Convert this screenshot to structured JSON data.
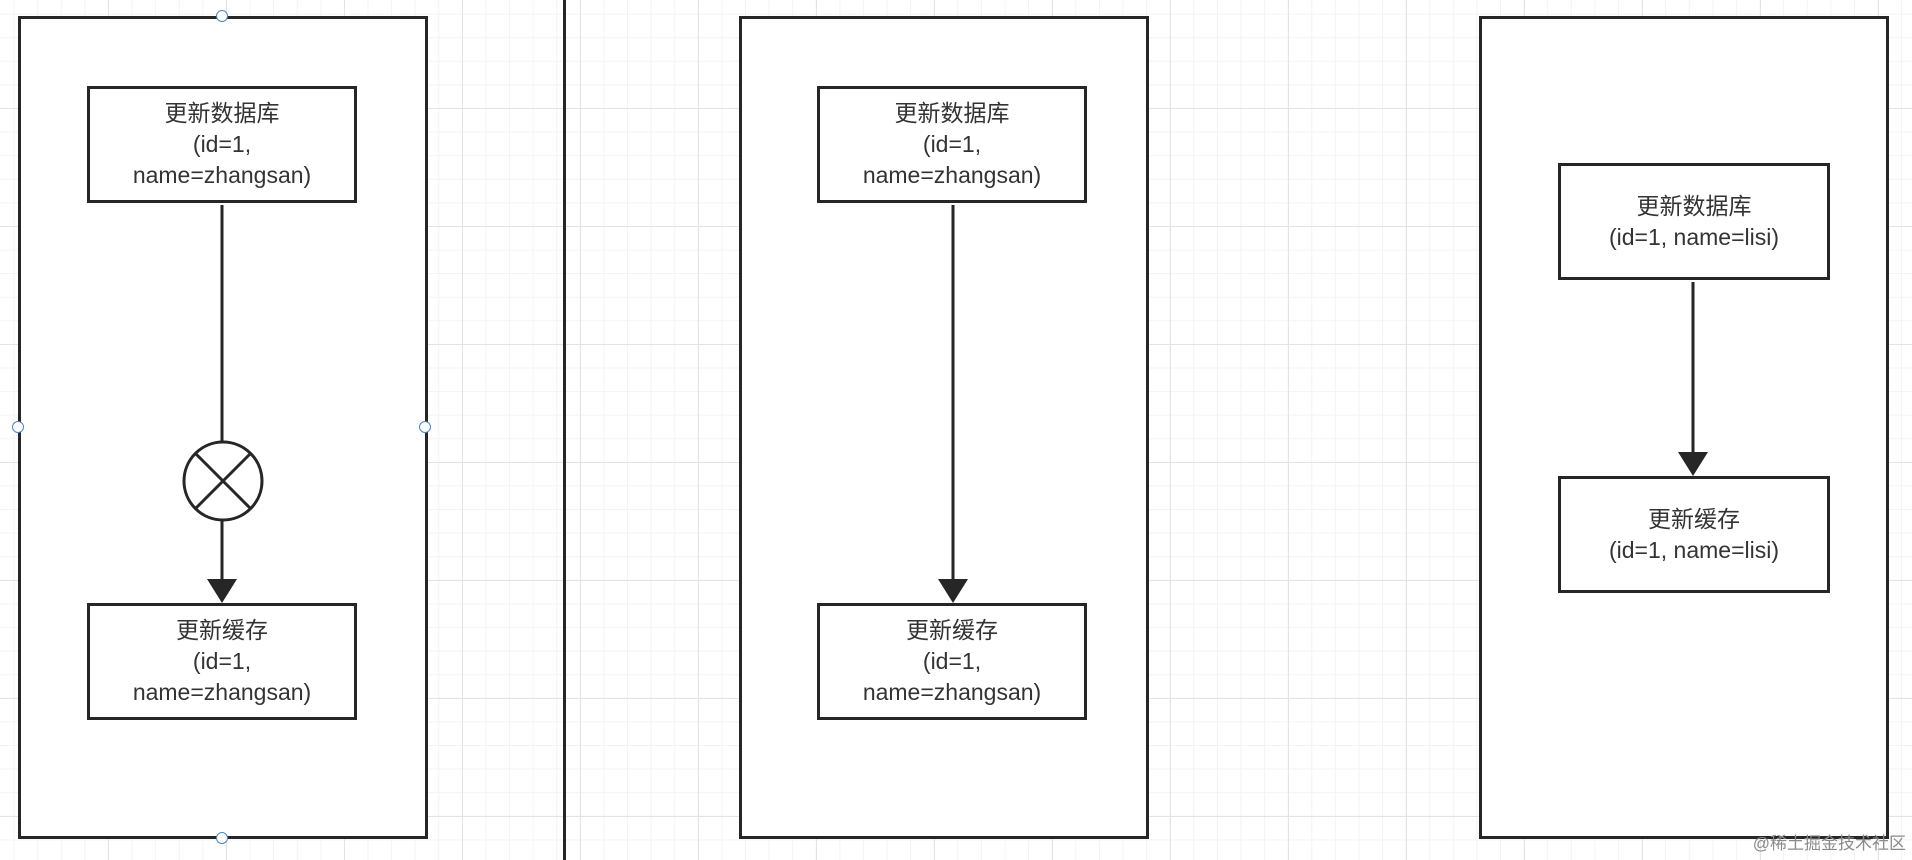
{
  "colors": {
    "stroke": "#262626",
    "text": "#333333",
    "handle": "#4a86c8",
    "grid": "#e3e3e3"
  },
  "panels": [
    {
      "top_node": {
        "line1": "更新数据库",
        "line2": "(id=1,",
        "line3": "name=zhangsan)"
      },
      "bottom_node": {
        "line1": "更新缓存",
        "line2": "(id=1,",
        "line3": "name=zhangsan)"
      },
      "blocked_icon": "circle-x-icon",
      "selected": true
    },
    {
      "top_node": {
        "line1": "更新数据库",
        "line2": "(id=1,",
        "line3": "name=zhangsan)"
      },
      "bottom_node": {
        "line1": "更新缓存",
        "line2": "(id=1,",
        "line3": "name=zhangsan)"
      }
    },
    {
      "top_node": {
        "line1": "更新数据库",
        "line2": "(id=1, name=lisi)"
      },
      "bottom_node": {
        "line1": "更新缓存",
        "line2": "(id=1, name=lisi)"
      }
    }
  ],
  "watermark": "@稀土掘金技术社区"
}
